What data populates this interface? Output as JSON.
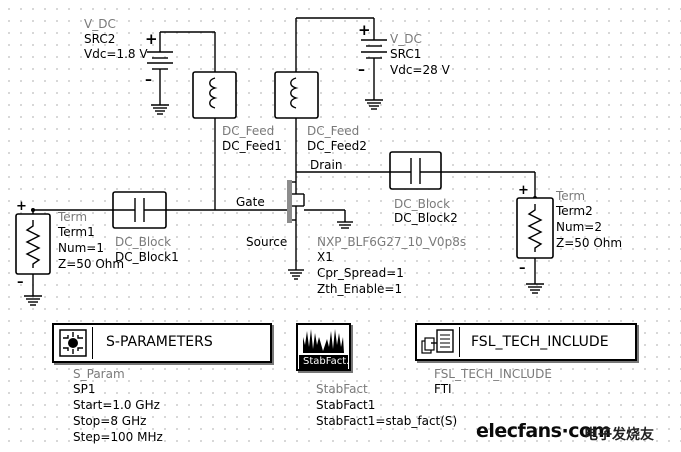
{
  "src2": {
    "name": "V_DC",
    "inst": "SRC2",
    "param": "Vdc=1.8 V"
  },
  "src1": {
    "name": "V_DC",
    "inst": "SRC1",
    "param": "Vdc=28 V"
  },
  "dcfeed1": {
    "name": "DC_Feed",
    "inst": "DC_Feed1"
  },
  "dcfeed2": {
    "name": "DC_Feed",
    "inst": "DC_Feed2"
  },
  "dcblock1": {
    "name": "DC_Block",
    "inst": "DC_Block1"
  },
  "dcblock2": {
    "name": "DC_Block",
    "inst": "DC_Block2"
  },
  "term1": {
    "name": "Term",
    "inst": "Term1",
    "num": "Num=1",
    "z": "Z=50 Ohm"
  },
  "term2": {
    "name": "Term",
    "inst": "Term2",
    "num": "Num=2",
    "z": "Z=50 Ohm"
  },
  "transistor": {
    "gate": "Gate",
    "drain": "Drain",
    "source": "Source",
    "model": "NXP_BLF6G27_10_V0p8s",
    "inst": "X1",
    "p1": "Cpr_Spread=1",
    "p2": "Zth_Enable=1"
  },
  "sparam": {
    "button": "S-PARAMETERS",
    "name": "S_Param",
    "inst": "SP1",
    "start": "Start=1.0 GHz",
    "stop": "Stop=8 GHz",
    "step": "Step=100 MHz"
  },
  "stabfact": {
    "icon_label": "StabFact.",
    "name": "StabFact",
    "inst": "StabFact1",
    "expr": "StabFact1=stab_fact(S)"
  },
  "fsl": {
    "button": "FSL_TECH_INCLUDE",
    "name": "FSL_TECH_INCLUDE",
    "inst": "FTI"
  },
  "plus_sign": "+",
  "minus_sign": "–",
  "watermark": {
    "site": "elecfans·com",
    "cn": "电子发烧友"
  }
}
